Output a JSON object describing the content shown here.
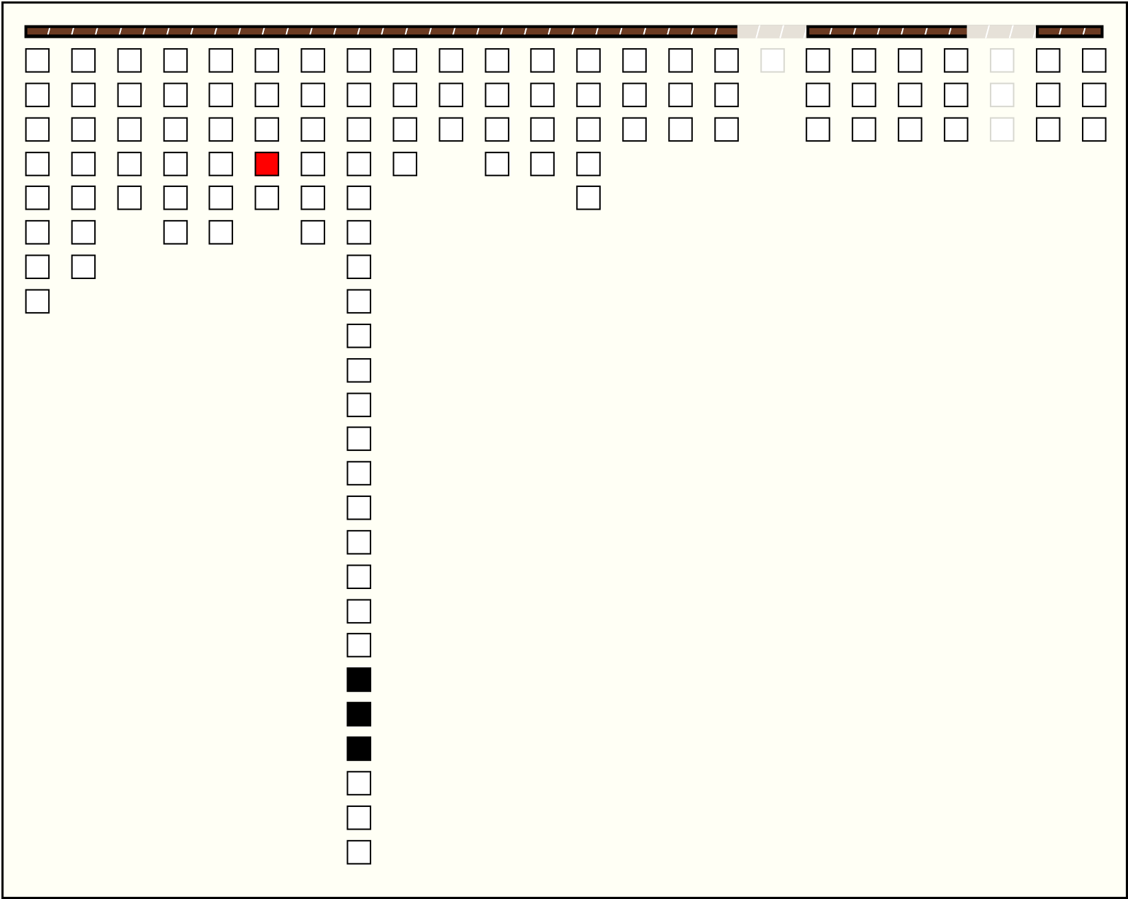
{
  "colors": {
    "background": "#fffff5",
    "bar": "#6b3a22",
    "selected": "#ff0000",
    "filled": "#000000",
    "faded": "#d8d8d0"
  },
  "columns": [
    {
      "count": 8
    },
    {
      "count": 7
    },
    {
      "count": 5
    },
    {
      "count": 6
    },
    {
      "count": 6
    },
    {
      "count": 5,
      "red": [
        3
      ]
    },
    {
      "count": 6
    },
    {
      "count": 24,
      "black": [
        18,
        19,
        20
      ]
    },
    {
      "count": 4
    },
    {
      "count": 3
    },
    {
      "count": 4
    },
    {
      "count": 4
    },
    {
      "count": 5
    },
    {
      "count": 3
    },
    {
      "count": 3
    },
    {
      "count": 3
    },
    {
      "count": 1,
      "faded": true
    },
    {
      "count": 3
    },
    {
      "count": 3
    },
    {
      "count": 3
    },
    {
      "count": 3
    },
    {
      "count": 3,
      "faded": true
    },
    {
      "count": 3
    },
    {
      "count": 3
    }
  ]
}
